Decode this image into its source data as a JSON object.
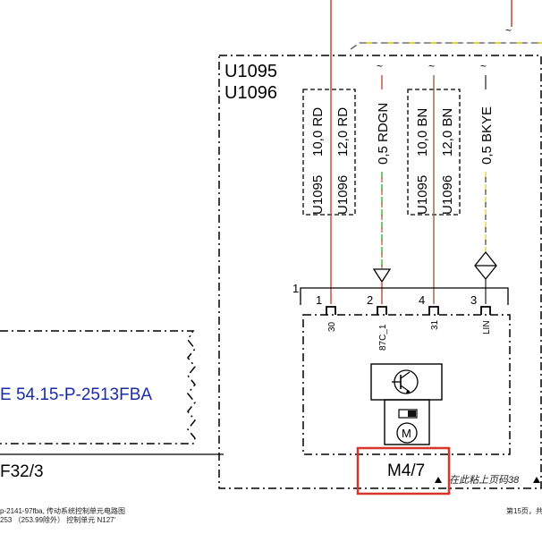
{
  "module_ids": [
    "U1095",
    "U1096"
  ],
  "wire_labels": {
    "group_a": [
      "U1095",
      "U1096",
      "10,0 RD",
      "12,0 RD"
    ],
    "rdgn": "0,5 RDGN",
    "group_b": [
      "U1095",
      "U1096",
      "10,0 BN",
      "12,0 BN"
    ],
    "bkye": "0,5 BKYE"
  },
  "connector": {
    "number": "1",
    "pins": [
      {
        "num": "1",
        "name": "30"
      },
      {
        "num": "2",
        "name": "87C_1"
      },
      {
        "num": "4",
        "name": "31"
      },
      {
        "num": "3",
        "name": "LIN"
      }
    ]
  },
  "reference_link": "E 54.15-P-2513FBA",
  "fuse_label": "F32/3",
  "component_label": "M4/7",
  "motor_symbol": "M",
  "paste_note": "在此粘上页码38",
  "footer": {
    "line1": "p-2141-97fba, 传动系统控制单元电路图",
    "line2": "253 （253.99除外） 控制单元 N127'",
    "page": "第15页，共"
  },
  "colors": {
    "wire_red": "#c0392b",
    "wire_rdgn_green": "#2eb82e",
    "wire_bn": "#8b5a3c",
    "wire_bkye_yellow": "#e6d23a",
    "highlight_box": "#d9342b",
    "link_blue": "#1a2ba8"
  },
  "icons": [
    "transistor-icon",
    "motor-icon",
    "switch-icon",
    "triangle-marker-icon",
    "diamond-marker-icon"
  ]
}
